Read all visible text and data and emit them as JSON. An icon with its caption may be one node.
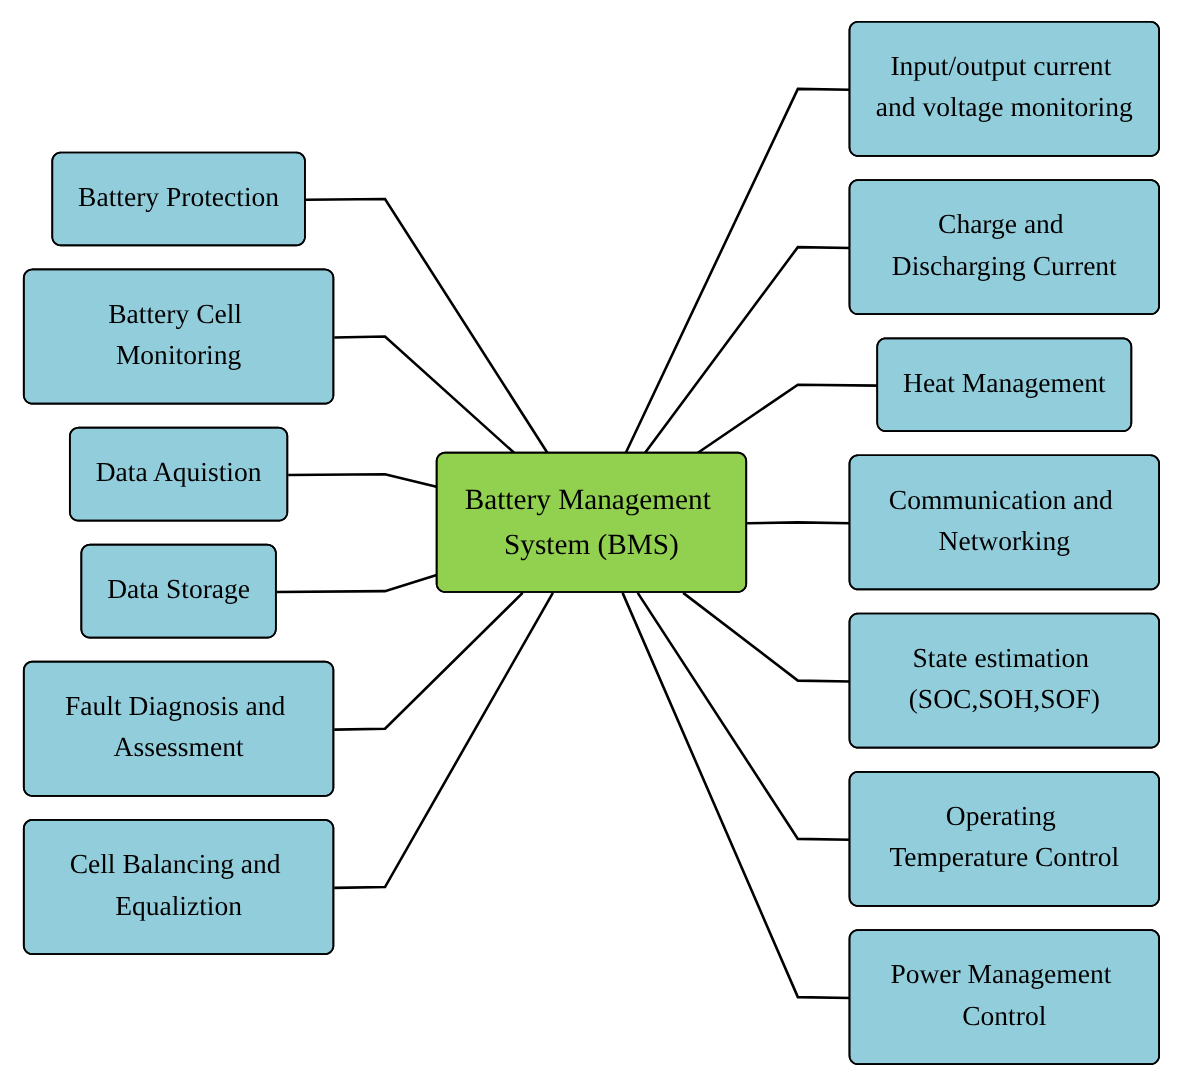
{
  "diagram": {
    "nodes": [
      {
        "text": [
          "Battery Management System (BMS)"
        ]
      },
      {
        "text": [
          "Input/output current and voltage monitoring"
        ]
      },
      {
        "text": [
          "Battery Protection"
        ]
      },
      {
        "text": [
          "Charge and Discharging Current"
        ]
      },
      {
        "text": [
          "Battery Cell Monitoring"
        ]
      },
      {
        "text": [
          "Heat Management"
        ]
      },
      {
        "text": [
          "Data Aquistion"
        ]
      },
      {
        "text": [
          "Data Storage"
        ]
      },
      {
        "text": [
          "Communication and Networking"
        ]
      },
      {
        "text": [
          "Fault Diagnosis and Assessment"
        ]
      },
      {
        "text": [
          "State estimation (SOC,SOH,SOF)"
        ]
      },
      {
        "text": [
          "Cell Balancing and Equaliztion"
        ]
      },
      {
        "text": [
          "Operating Temperature Control"
        ]
      },
      {
        "text": [
          "Power Management Control"
        ]
      }
    ],
    "edges": [
      {
        "from": 0,
        "to": 1,
        "arrow": "none"
      },
      {
        "from": 2,
        "to": 0,
        "arrow": "none"
      },
      {
        "from": 0,
        "to": 3,
        "arrow": "none"
      },
      {
        "from": 4,
        "to": 0,
        "arrow": "none"
      },
      {
        "from": 0,
        "to": 5,
        "arrow": "none"
      },
      {
        "from": 6,
        "to": 0,
        "arrow": "none"
      },
      {
        "from": 7,
        "to": 0,
        "arrow": "none"
      },
      {
        "from": 0,
        "to": 8,
        "arrow": "none"
      },
      {
        "from": 9,
        "to": 0,
        "arrow": "none"
      },
      {
        "from": 0,
        "to": 10,
        "arrow": "none"
      },
      {
        "from": 11,
        "to": 0,
        "arrow": "none"
      },
      {
        "from": 0,
        "to": 12,
        "arrow": "none"
      },
      {
        "from": 0,
        "to": 13,
        "arrow": "none"
      }
    ]
  }
}
